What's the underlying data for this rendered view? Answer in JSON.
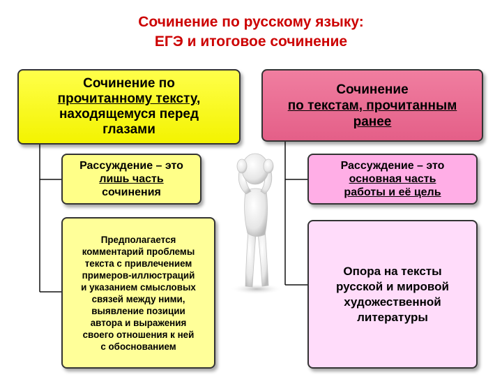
{
  "title": {
    "line1": "Сочинение по русскому языку:",
    "line2": "ЕГЭ и итоговое сочинение"
  },
  "left": {
    "top": {
      "line1": "Сочинение по",
      "line2": "прочитанному тексту,",
      "line3": "находящемуся перед",
      "line4": "глазами"
    },
    "small": {
      "line1": "Рассуждение – это",
      "line2": "лишь часть",
      "line3": "сочинения"
    },
    "big": {
      "line1": "Предполагается",
      "line2": "комментарий проблемы",
      "line3": "текста с привлечением",
      "line4": "примеров-иллюстраций",
      "line5": "и указанием смысловых",
      "line6": "связей между ними,",
      "line7": "выявление позиции",
      "line8": "автора и выражения",
      "line9": "своего отношения  к ней",
      "line10": "с обоснованием"
    }
  },
  "right": {
    "top": {
      "line1": "Сочинение",
      "line2": "по текстам, прочитанным",
      "line3": "ранее"
    },
    "small": {
      "line1": "Рассуждение – это",
      "line2": "основная часть",
      "line3": "работы и её цель"
    },
    "big": {
      "line1": "Опора на тексты",
      "line2": "русской и мировой",
      "line3": "художественной",
      "line4": "литературы"
    }
  },
  "colors": {
    "title": "#cc0000",
    "left_top_fill": "#f3f300",
    "left_small_fill": "#ffff88",
    "left_big_fill": "#ffff99",
    "right_top_fill": "#e45f88",
    "right_small_fill": "#ffaee6",
    "right_big_fill": "#ffdcfa"
  },
  "figure": {
    "icon": "thinking-person-icon"
  }
}
